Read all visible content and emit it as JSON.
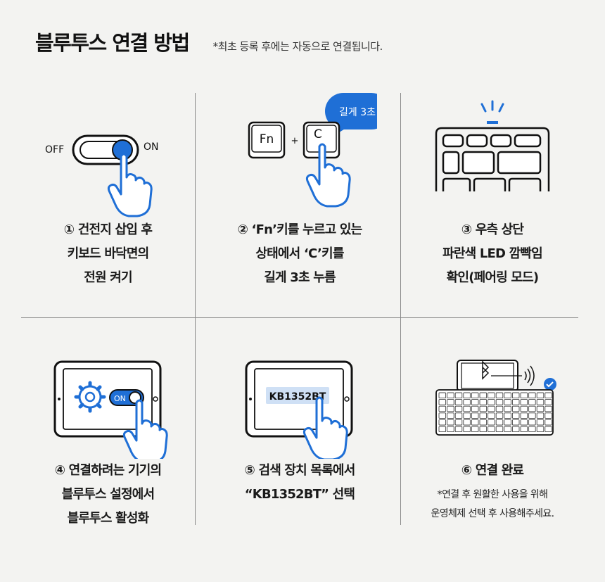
{
  "header": {
    "title": "블루투스 연결 방법",
    "subtitle": "*최초 등록 후에는 자동으로 연결됩니다."
  },
  "steps": [
    {
      "caption": [
        "① 건전지 삽입 후",
        "키보드 바닥면의",
        "전원 켜기"
      ],
      "illus": {
        "off_label": "OFF",
        "on_label": "ON"
      }
    },
    {
      "caption": [
        "② ‘Fn’키를 누르고 있는",
        "상태에서 ‘C’키를",
        "길게 3초 누름"
      ],
      "illus": {
        "key1": "Fn",
        "plus": "+",
        "key2": "C",
        "bubble": "길게 3초"
      }
    },
    {
      "caption": [
        "③ 우측 상단",
        "파란색 LED 깜빡임",
        "확인(페어링 모드)"
      ]
    },
    {
      "caption": [
        "④ 연결하려는 기기의",
        "블루투스 설정에서",
        "블루투스 활성화"
      ],
      "illus": {
        "toggle_label": "ON"
      }
    },
    {
      "caption": [
        "⑤ 검색 장치 목록에서",
        "“KB1352BT” 선택"
      ],
      "illus": {
        "device_name": "KB1352BT"
      }
    },
    {
      "caption": [
        "⑥ 연결 완료"
      ],
      "note": [
        "*연결 후 원활한 사용을 위해",
        "운영체제 선택 후 사용해주세요."
      ]
    }
  ],
  "colors": {
    "accent": "#1f6fd6",
    "outline": "#1a1a1a",
    "background": "#f3f3f1"
  },
  "icons": [
    "hand-pointer-icon",
    "gear-icon",
    "bluetooth-icon",
    "check-circle-icon",
    "led-blink-icon"
  ]
}
